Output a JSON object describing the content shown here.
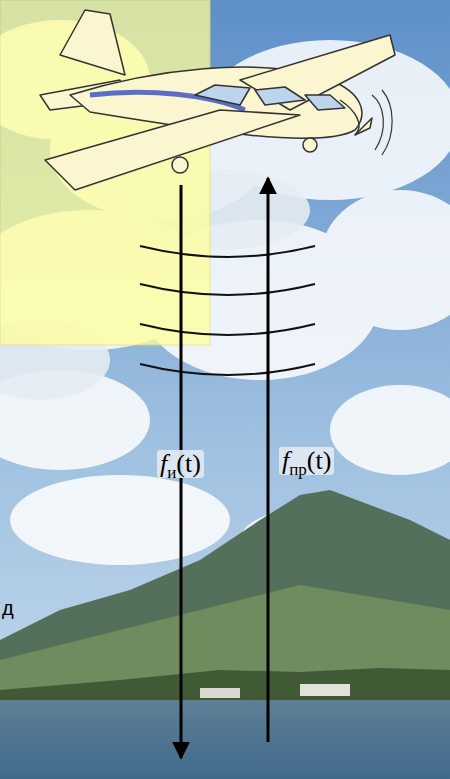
{
  "diagram": {
    "labels": [
      "f",
      "и",
      "(t)",
      "f",
      "пр",
      "(t)",
      "д"
    ]
  }
}
